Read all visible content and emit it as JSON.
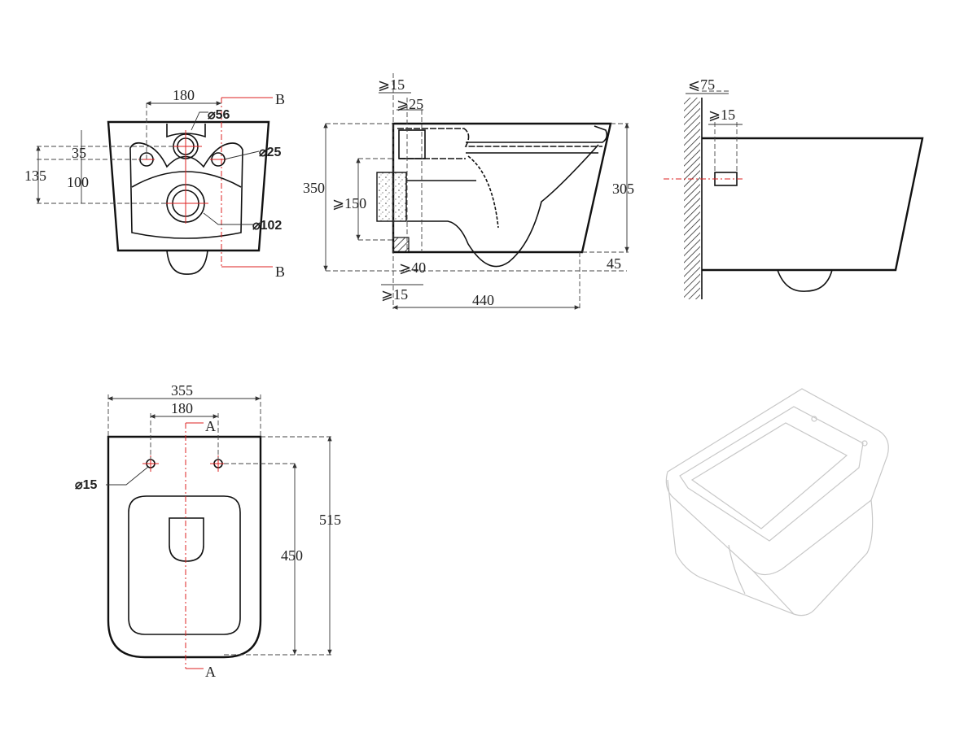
{
  "colors": {
    "line": "#111111",
    "center_line": "#dd2222",
    "render_sketch": "#c8c8c8"
  },
  "rear_view": {
    "width_180": "180",
    "dia_56": "⌀56",
    "dia_25": "⌀25",
    "dia_102": "⌀102",
    "h_35": "35",
    "h_100": "100",
    "h_135": "135",
    "section_top": "B",
    "section_bottom": "B"
  },
  "section_view": {
    "min_15_top": "⩾15",
    "min_25": "⩾25",
    "height_350": "350",
    "min_150": "⩾150",
    "height_305": "305",
    "height_45": "45",
    "min_40": "⩾40",
    "min_15_bottom": "⩾15",
    "length_440": "440"
  },
  "side_view": {
    "max_75": "⩽75",
    "min_15": "⩾15"
  },
  "top_view": {
    "width_355": "355",
    "width_180": "180",
    "dia_15": "⌀15",
    "length_515": "515",
    "length_450": "450",
    "section_top": "A",
    "section_bottom": "A"
  }
}
